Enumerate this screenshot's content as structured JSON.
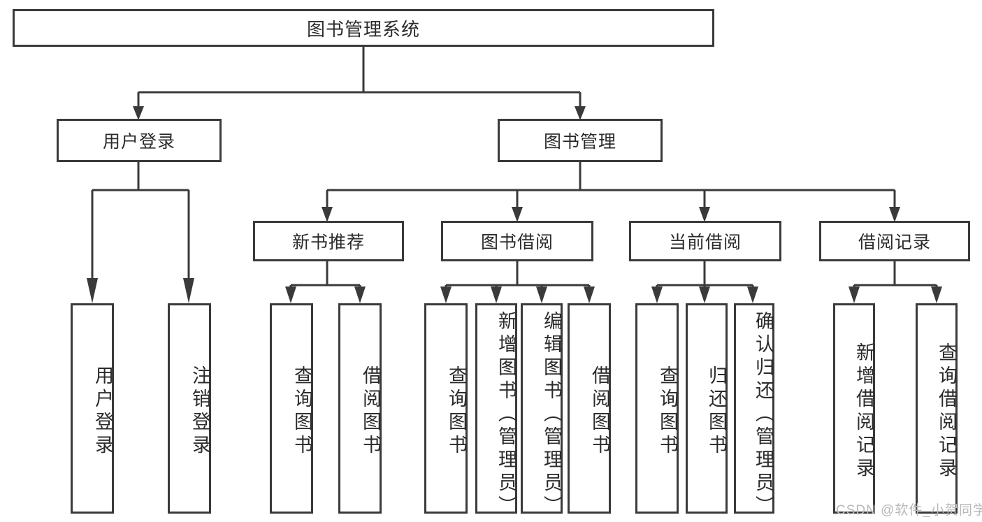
{
  "diagram": {
    "type": "tree-hierarchy",
    "title": "图书管理系统",
    "root": {
      "label": "图书管理系统",
      "level": 1
    },
    "level2": [
      {
        "label": "用户登录"
      },
      {
        "label": "图书管理"
      }
    ],
    "level3": [
      {
        "label": "新书推荐",
        "parent": "图书管理"
      },
      {
        "label": "图书借阅",
        "parent": "图书管理"
      },
      {
        "label": "当前借阅",
        "parent": "图书管理"
      },
      {
        "label": "借阅记录",
        "parent": "图书管理"
      }
    ],
    "leaves": {
      "user_login": [
        {
          "label": "用户登录"
        },
        {
          "label": "注销登录"
        }
      ],
      "new_book_recommend": [
        {
          "label": "查询图书"
        },
        {
          "label": "借阅图书"
        }
      ],
      "book_borrow": [
        {
          "label": "查询图书"
        },
        {
          "label": "新增图书（管理员）"
        },
        {
          "label": "编辑图书（管理员）"
        },
        {
          "label": "借阅图书"
        }
      ],
      "current_borrow": [
        {
          "label": "查询图书"
        },
        {
          "label": "归还图书"
        },
        {
          "label": "确认归还（管理员）"
        }
      ],
      "borrow_records": [
        {
          "label": "新增借阅记录"
        },
        {
          "label": "查询借阅记录"
        }
      ]
    },
    "watermark": "CSDN @软件_小贺同学",
    "colors": {
      "stroke": "#3a3a3a",
      "text": "#2b2b2b",
      "background": "#ffffff",
      "watermark": "#b9b9b9"
    }
  }
}
